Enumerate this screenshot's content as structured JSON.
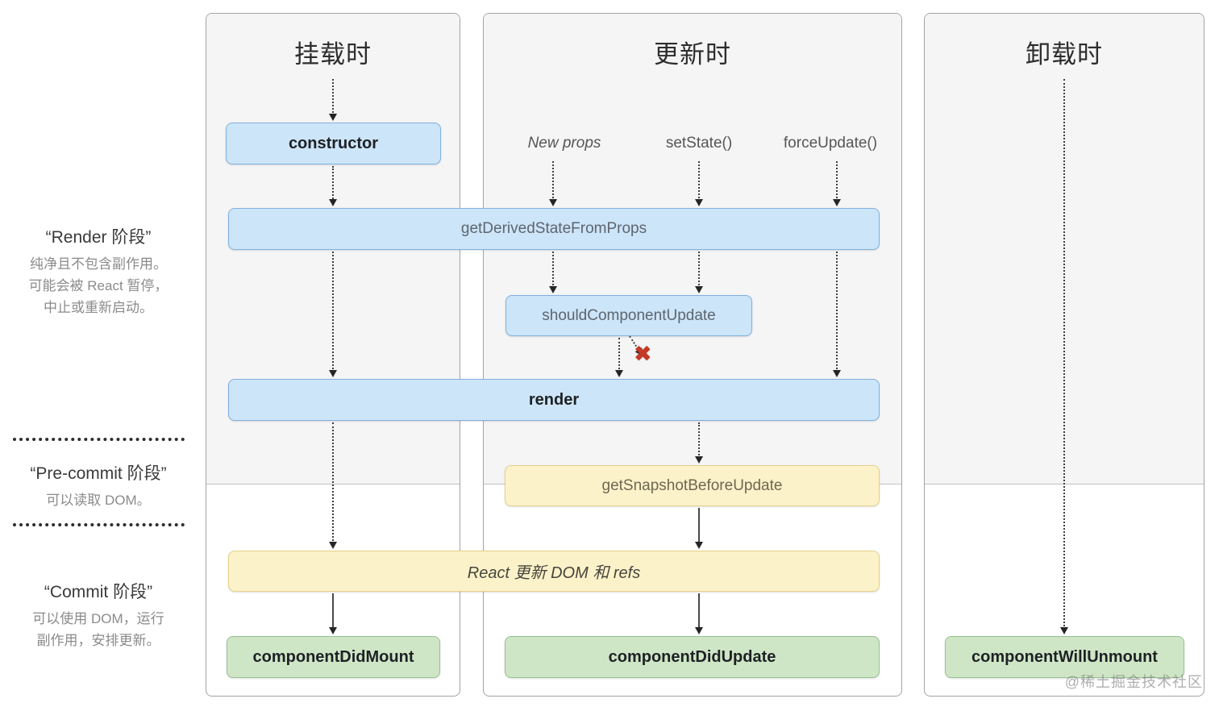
{
  "columns": [
    {
      "title": "挂载时"
    },
    {
      "title": "更新时",
      "triggers": [
        "New props",
        "setState()",
        "forceUpdate()"
      ]
    },
    {
      "title": "卸载时"
    }
  ],
  "boxes": {
    "constructor": "constructor",
    "getDerivedStateFromProps": "getDerivedStateFromProps",
    "shouldComponentUpdate": "shouldComponentUpdate",
    "render": "render",
    "getSnapshotBeforeUpdate": "getSnapshotBeforeUpdate",
    "reactUpdates": "React 更新 DOM 和 refs",
    "componentDidMount": "componentDidMount",
    "componentDidUpdate": "componentDidUpdate",
    "componentWillUnmount": "componentWillUnmount"
  },
  "phases": {
    "render": {
      "title": "“Render 阶段”",
      "lines": [
        "纯净且不包含副作用。",
        "可能会被 React 暂停，",
        "中止或重新启动。"
      ]
    },
    "precommit": {
      "title": "“Pre-commit 阶段”",
      "lines": [
        "可以读取 DOM。"
      ]
    },
    "commit": {
      "title": "“Commit 阶段”",
      "lines": [
        "可以使用 DOM，运行",
        "副作用，安排更新。"
      ]
    }
  },
  "icons": {
    "reject_x": "✖"
  },
  "watermark": "@稀土掘金技术社区",
  "colors": {
    "panel_top_bg": "#f5f5f6",
    "blue_box": "#cde5f8",
    "blue_border": "#7fb1e0",
    "yellow_box": "#fcf2c9",
    "yellow_border": "#e4d18d",
    "green_box": "#cfe6c6",
    "green_border": "#96c190",
    "reject_x": "#c43a26"
  }
}
